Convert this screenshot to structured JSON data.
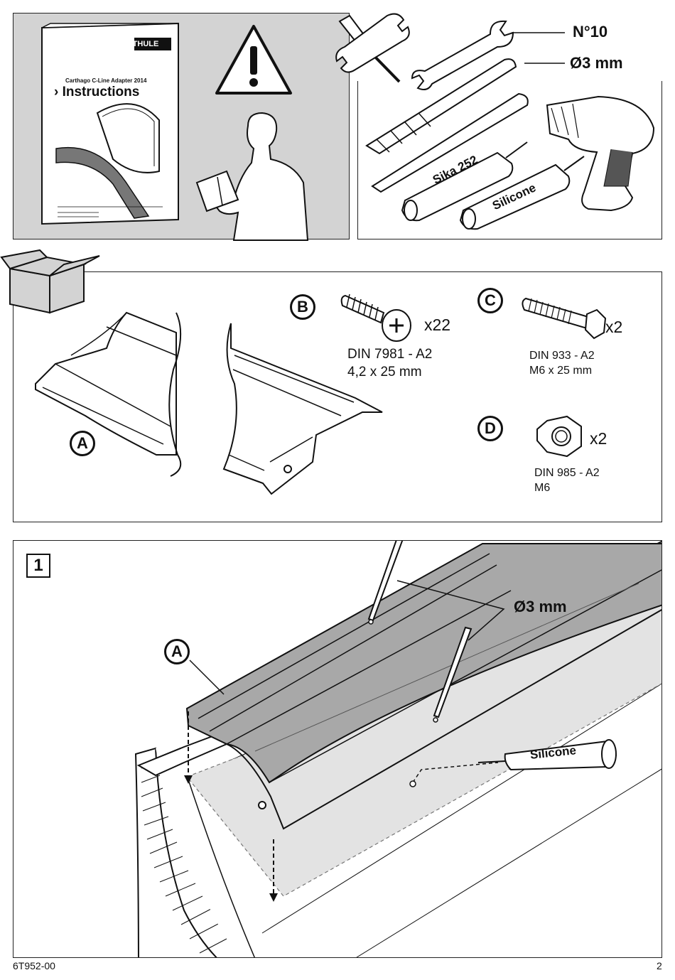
{
  "manual": {
    "brand": "THULE",
    "subtitle": "Carthago C-Line Adapter 2014",
    "title": "Instructions"
  },
  "tools": {
    "spanner_size": "N°10",
    "drill_size": "Ø3 mm",
    "sealant_1": "Sika 252",
    "sealant_2": "Silicone"
  },
  "parts": {
    "part_a": "A",
    "part_b": {
      "letter": "B",
      "qty": "x22",
      "spec": "DIN 7981 - A2",
      "size": "4,2 x 25 mm"
    },
    "part_c": {
      "letter": "C",
      "qty": "x2",
      "spec": "DIN 933 - A2",
      "size": "M6 x 25 mm"
    },
    "part_d": {
      "letter": "D",
      "qty": "x2",
      "spec": "DIN 985 - A2",
      "size": "M6"
    }
  },
  "step1": {
    "number": "1",
    "part_label": "A",
    "drill_label": "Ø3 mm",
    "silicone_label": "Silicone"
  },
  "footer": {
    "doc_number": "6T952-00",
    "page_number": "2"
  },
  "colors": {
    "panel_gray": "#d3d3d3",
    "line": "#111111",
    "profile_gray": "#a8a8a8"
  }
}
